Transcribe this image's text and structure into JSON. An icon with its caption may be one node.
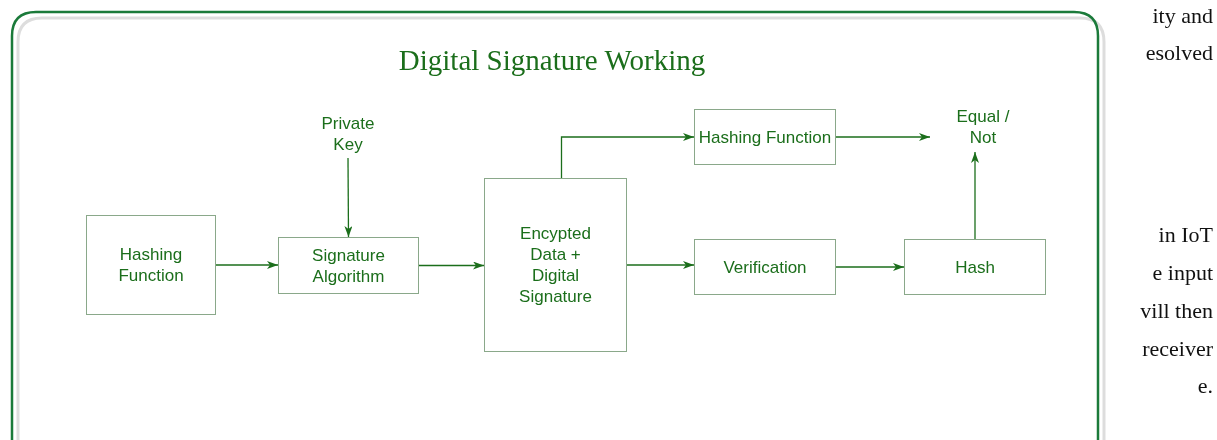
{
  "diagram": {
    "title": "Digital Signature Working",
    "nodes": [
      {
        "text": [
          "Hashing Function"
        ]
      },
      {
        "text": [
          "Private Key"
        ]
      },
      {
        "text": [
          "Signature Algorithm"
        ]
      },
      {
        "text": [
          "Encypted Data + Digital Signature"
        ]
      },
      {
        "text": [
          "Hashing Function"
        ]
      },
      {
        "text": [
          "Equal / Not"
        ]
      },
      {
        "text": [
          "Verification"
        ]
      },
      {
        "text": [
          "Hash"
        ]
      }
    ],
    "edges": [
      {
        "from": 0,
        "to": 2,
        "arrow": "to"
      },
      {
        "from": 1,
        "to": 2,
        "arrow": "to"
      },
      {
        "from": 2,
        "to": 3,
        "arrow": "to"
      },
      {
        "from": 3,
        "to": 4,
        "arrow": "to"
      },
      {
        "from": 4,
        "to": 5,
        "arrow": "to"
      },
      {
        "from": 3,
        "to": 6,
        "arrow": "to"
      },
      {
        "from": 6,
        "to": 7,
        "arrow": "to"
      },
      {
        "from": 7,
        "to": 5,
        "arrow": "to"
      }
    ],
    "labels": [
      "ity and",
      "esolved",
      "in IoT",
      "e input",
      "vill then",
      "receiver",
      "e."
    ]
  }
}
